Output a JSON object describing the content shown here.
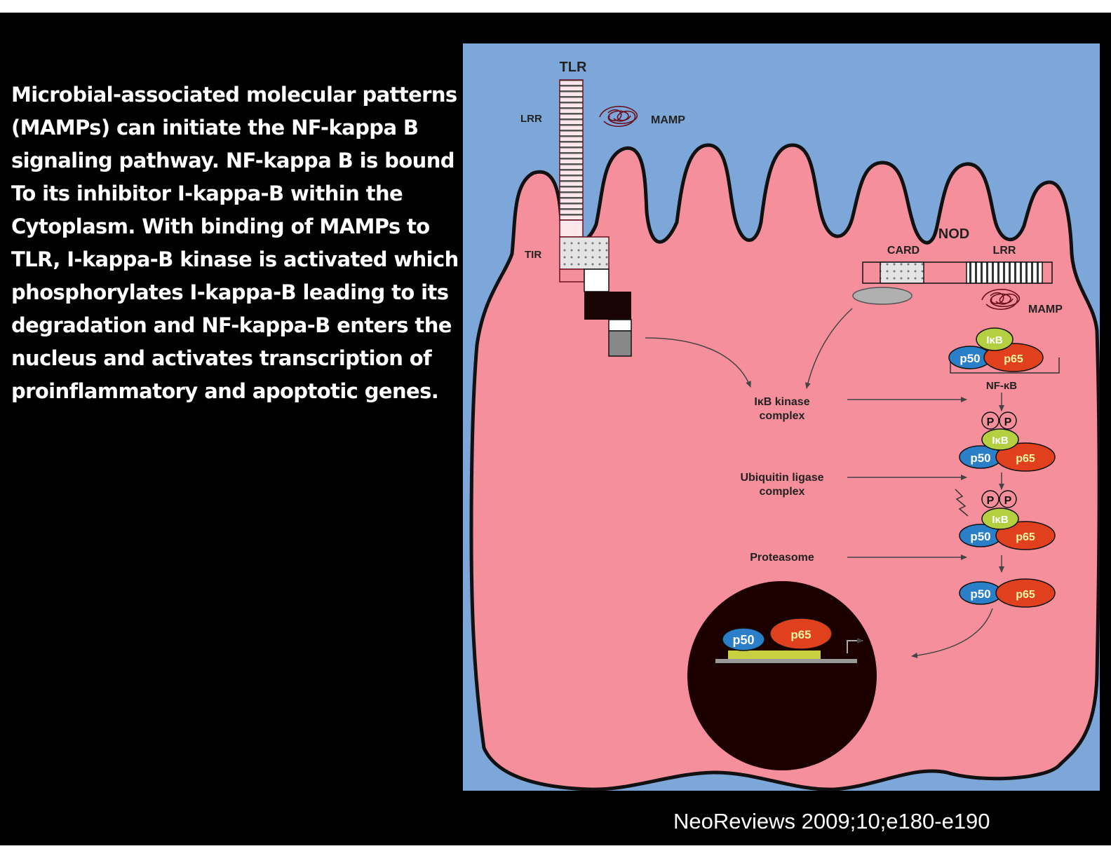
{
  "description_lines": [
    "Microbial-associated molecular patterns",
    "(MAMPs) can initiate the NF-kappa B",
    "signaling pathway.  NF-kappa B is bound",
    "To its inhibitor I-kappa-B within the",
    "Cytoplasm.  With binding of MAMPs to",
    "TLR, I-kappa-B kinase is activated which",
    "phosphorylates I-kappa-B leading to its",
    "degradation and NF-kappa-B enters the",
    "nucleus and activates transcription of",
    "proinflammatory and apoptotic genes."
  ],
  "citation": "NeoReviews 2009;10;e180-e190",
  "diagram": {
    "tlr_label": "TLR",
    "lrr_label": "LRR",
    "tir_label": "TIR",
    "mamp_label": "MAMP",
    "nod_label": "NOD",
    "card_label": "CARD",
    "nod_lrr_label": "LRR",
    "nod_mamp_label": "MAMP",
    "ikb": "IκB",
    "p50": "p50",
    "p65": "p65",
    "nfkb_label": "NF-κB",
    "p_label": "P",
    "steps": [
      {
        "line1": "IκB kinase",
        "line2": "complex"
      },
      {
        "line1": "Ubiquitin ligase",
        "line2": "complex"
      },
      {
        "line1": "Proteasome",
        "line2": ""
      }
    ]
  },
  "colors": {
    "extracellular": "#7da7d9",
    "cytoplasm": "#f48f9b",
    "nucleus": "#1c0000",
    "ikb": "#b4d040",
    "p50": "#2a7fc8",
    "p65": "#e0401e",
    "card_oval": "#b0b0b0"
  }
}
